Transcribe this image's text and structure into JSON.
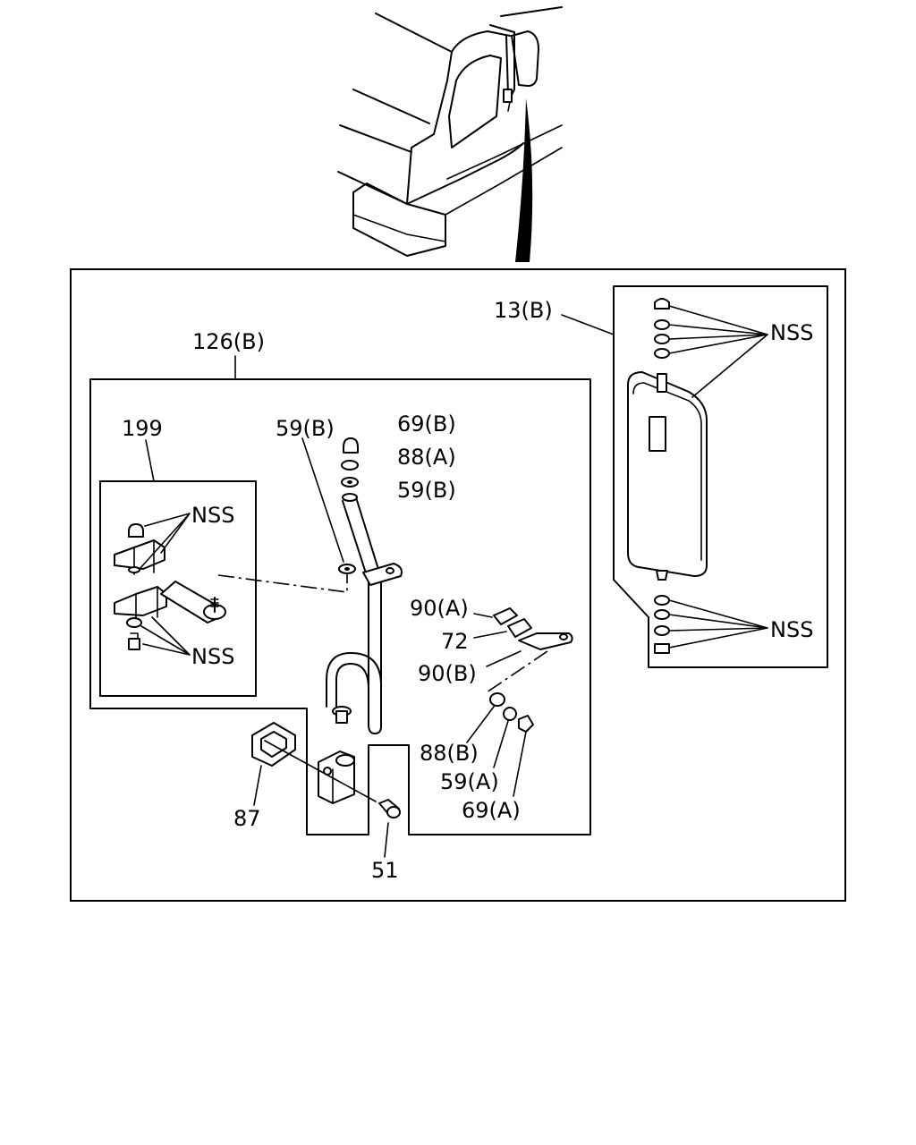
{
  "labels": {
    "l13b": "13(B)",
    "l126b": "126(B)",
    "l199": "199",
    "l59b_left": "59(B)",
    "l69b": "69(B)",
    "l88a": "88(A)",
    "l59b_right": "59(B)",
    "l90a": "90(A)",
    "l72": "72",
    "l90b": "90(B)",
    "l88b": "88(B)",
    "l59a": "59(A)",
    "l69a": "69(A)",
    "l87": "87",
    "l51": "51",
    "nss_199_top": "NSS",
    "nss_199_bottom": "NSS",
    "nss_13b_top": "NSS",
    "nss_13b_bottom": "NSS"
  }
}
